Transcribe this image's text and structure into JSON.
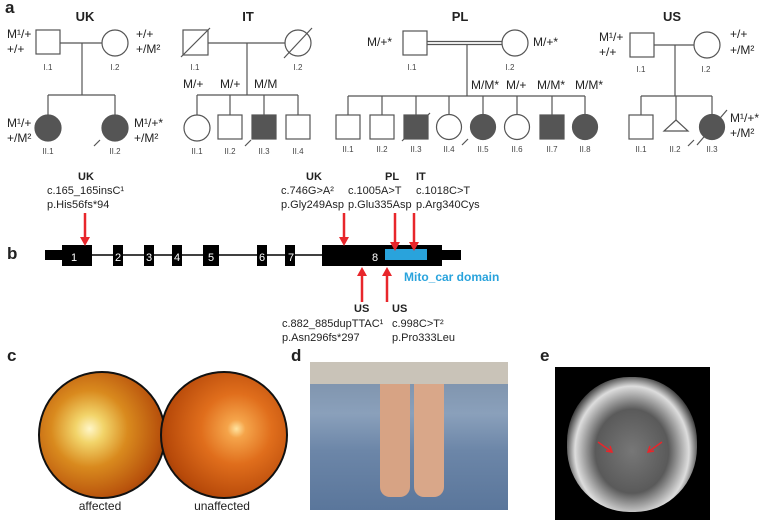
{
  "panels": {
    "a": "a",
    "b": "b",
    "c": "c",
    "d": "d",
    "e": "e"
  },
  "pedigrees": {
    "uk": {
      "family": "UK",
      "i1_geno": [
        "M¹/+",
        "+/+"
      ],
      "i2_geno": [
        "+/+",
        "+/M²"
      ],
      "ids": [
        "I.1",
        "I.2",
        "II.1",
        "II.2"
      ],
      "ii1_geno": [
        "M¹/+",
        "+/M²"
      ],
      "ii2_geno": [
        "M¹/+*",
        "+/M²"
      ]
    },
    "it": {
      "family": "IT",
      "ids": [
        "I.1",
        "I.2",
        "II.1",
        "II.2",
        "II.3",
        "II.4"
      ],
      "geno": [
        "M/+",
        "M/+",
        "M/M"
      ]
    },
    "pl": {
      "family": "PL",
      "i1_geno": "M/+*",
      "i2_geno": "M/+*",
      "ids": [
        "I.1",
        "I.2",
        "II.1",
        "II.2",
        "II.3",
        "II.4",
        "II.5",
        "II.6",
        "II.7",
        "II.8"
      ],
      "geno": [
        "M/M*",
        "M/+",
        "M/M*",
        "M/M*"
      ]
    },
    "us": {
      "family": "US",
      "i1_geno": [
        "M¹/+",
        "+/+"
      ],
      "i2_geno": [
        "+/+",
        "+/M²"
      ],
      "ids": [
        "I.1",
        "I.2",
        "II.1",
        "II.2",
        "II.3"
      ],
      "ii3_geno": [
        "M¹/+*",
        "+/M²"
      ]
    }
  },
  "gene": {
    "exons": [
      "1",
      "2",
      "3",
      "4",
      "5",
      "6",
      "7",
      "8"
    ],
    "domain_label": "Mito_car domain",
    "domain_color": "#29a3dc",
    "arrow_color": "#e8262b",
    "mutations": [
      {
        "family": "UK",
        "cdna": "c.165_165insC¹",
        "protein": "p.His56fs*94"
      },
      {
        "family": "UK",
        "cdna": "c.746G>A²",
        "protein": "p.Gly249Asp"
      },
      {
        "family": "PL",
        "cdna": "c.1005A>T",
        "protein": "p.Glu335Asp"
      },
      {
        "family": "IT",
        "cdna": "c.1018C>T",
        "protein": "p.Arg340Cys"
      },
      {
        "family": "US",
        "cdna": "c.882_885dupTTAC¹",
        "protein": "p.Asn296fs*297"
      },
      {
        "family": "US",
        "cdna": "c.998C>T²",
        "protein": "p.Pro333Leu"
      }
    ]
  },
  "fundus": {
    "affected": "affected",
    "unaffected": "unaffected"
  }
}
